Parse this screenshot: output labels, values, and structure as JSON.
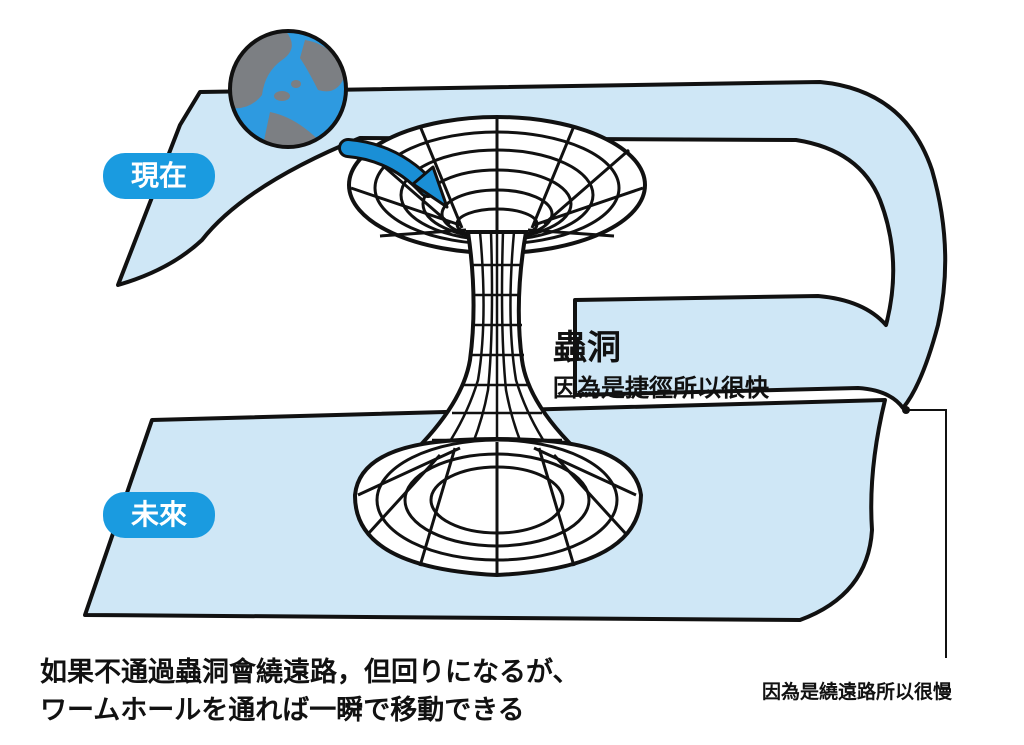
{
  "labels": {
    "present": "現在",
    "future": "未來"
  },
  "wormhole": {
    "title": "蟲洞",
    "description": "因為是捷徑所以很快"
  },
  "long_path_note": "因為是繞遠路所以很慢",
  "caption": {
    "line1": "如果不通過蟲洞會繞遠路，但回りになるが、",
    "line2": "ワームホールを通れば一瞬で移動できる"
  },
  "colors": {
    "sheet": "#cfe7f6",
    "sheet_shadow": "#a9d3ee",
    "ocean": "#2e9ae0",
    "land": "#7c7f83",
    "arrow": "#1a8fd6",
    "pill": "#1a9be0",
    "ink": "#111111"
  }
}
